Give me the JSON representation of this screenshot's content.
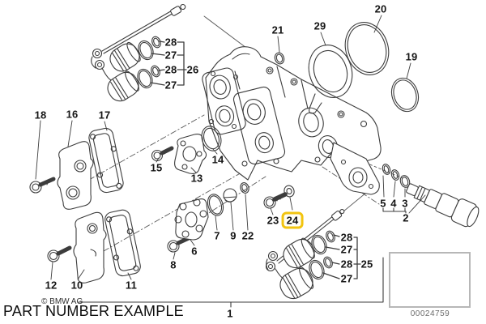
{
  "diagram": {
    "kind": "exploded-parts-diagram",
    "highlighted_part": "24",
    "colors": {
      "line": "#3c3c3c",
      "highlight": "#F2C40F",
      "car_sketch": "#a9a9a9",
      "label_text": "#161616"
    }
  },
  "parts": {
    "p1": "1",
    "p2": "2",
    "p3": "3",
    "p4": "4",
    "p5": "5",
    "p6": "6",
    "p7": "7",
    "p8": "8",
    "p9": "9",
    "p10": "10",
    "p11": "11",
    "p12": "12",
    "p13": "13",
    "p14": "14",
    "p15": "15",
    "p16": "16",
    "p17": "17",
    "p18": "18",
    "p19": "19",
    "p20": "20",
    "p21": "21",
    "p22": "22",
    "p23": "23",
    "p24": "24",
    "p25": "25",
    "p26": "26",
    "p27": "27",
    "p28": "28",
    "p29": "29"
  },
  "footer": {
    "copyright": "© BMW AG",
    "caption": "PART NUMBER EXAMPLE"
  },
  "thumbnail": {
    "code": "00024759",
    "icon": "car-three-quarter-view-with-location-dot"
  }
}
